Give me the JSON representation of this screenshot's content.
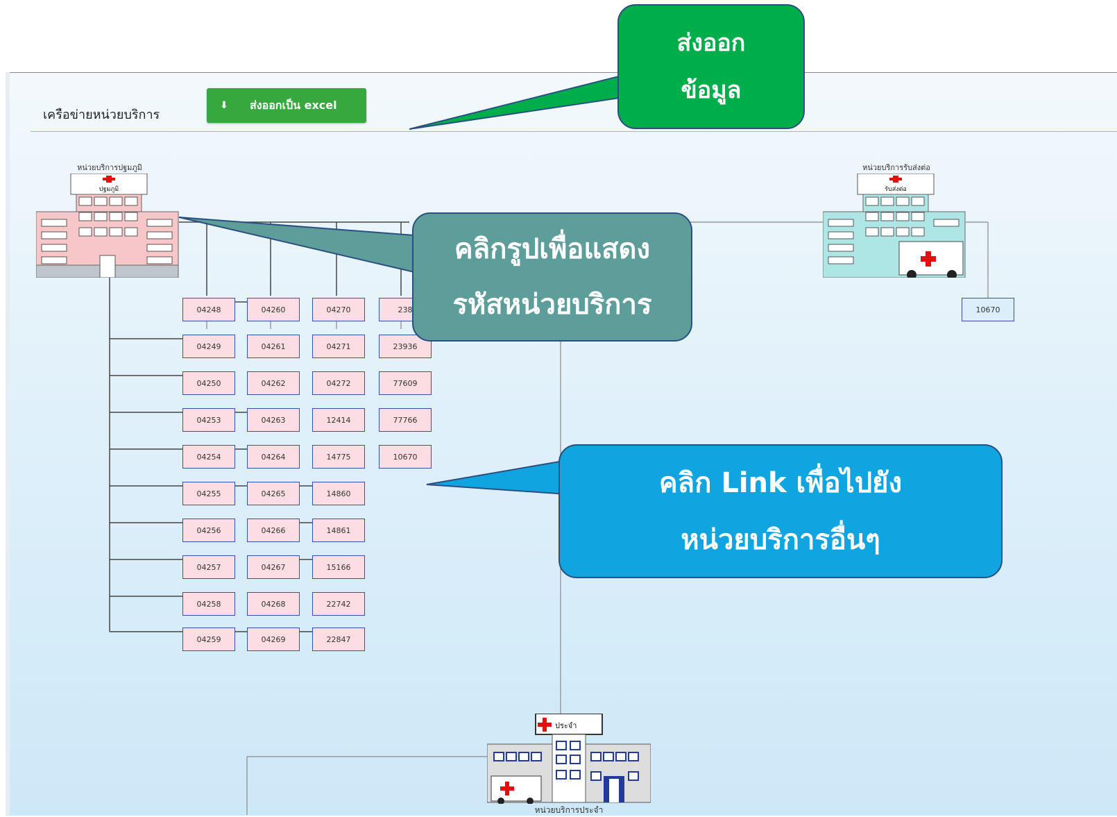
{
  "header": {
    "title": "เครือข่ายหน่วยบริการ",
    "export_icon": "download-icon",
    "export_label": "ส่งออกเป็น excel"
  },
  "primary_unit": {
    "title": "หน่วยบริการปฐมภูมิ",
    "sign": "ปฐมภูมิ"
  },
  "referral_unit": {
    "title": "หน่วยบริการรับส่งต่อ",
    "sign": "รับส่งต่อ",
    "codes": [
      "10670"
    ]
  },
  "regular_unit": {
    "title": "หน่วยบริการประจำ",
    "sign": "ประจำ"
  },
  "codes": {
    "col1": [
      "04248",
      "04249",
      "04250",
      "04253",
      "04254",
      "04255",
      "04256",
      "04257",
      "04258",
      "04259"
    ],
    "col2": [
      "04260",
      "04261",
      "04262",
      "04263",
      "04264",
      "04265",
      "04266",
      "04267",
      "04268",
      "04269"
    ],
    "col3": [
      "04270",
      "04271",
      "04272",
      "12414",
      "14775",
      "14860",
      "14861",
      "15166",
      "22742",
      "22847"
    ],
    "col4": [
      "238",
      "23936",
      "77609",
      "77766",
      "10670"
    ]
  },
  "callouts": {
    "export": [
      "ส่งออก",
      "ข้อมูล"
    ],
    "click_image": [
      "คลิกรูปเพื่อแสดง",
      "รหัสหน่วยบริการ"
    ],
    "click_link": [
      "คลิก Link เพื่อไปยัง",
      "หน่วยบริการอื่นๆ"
    ]
  },
  "colors": {
    "export_button": "#36a83e",
    "callout_export": "#00ad4b",
    "callout_image": "#5e9e9a",
    "callout_link": "#10a5e0",
    "code_box_fill": "#fbdde3",
    "code_box_border": "#3a4fa8"
  }
}
